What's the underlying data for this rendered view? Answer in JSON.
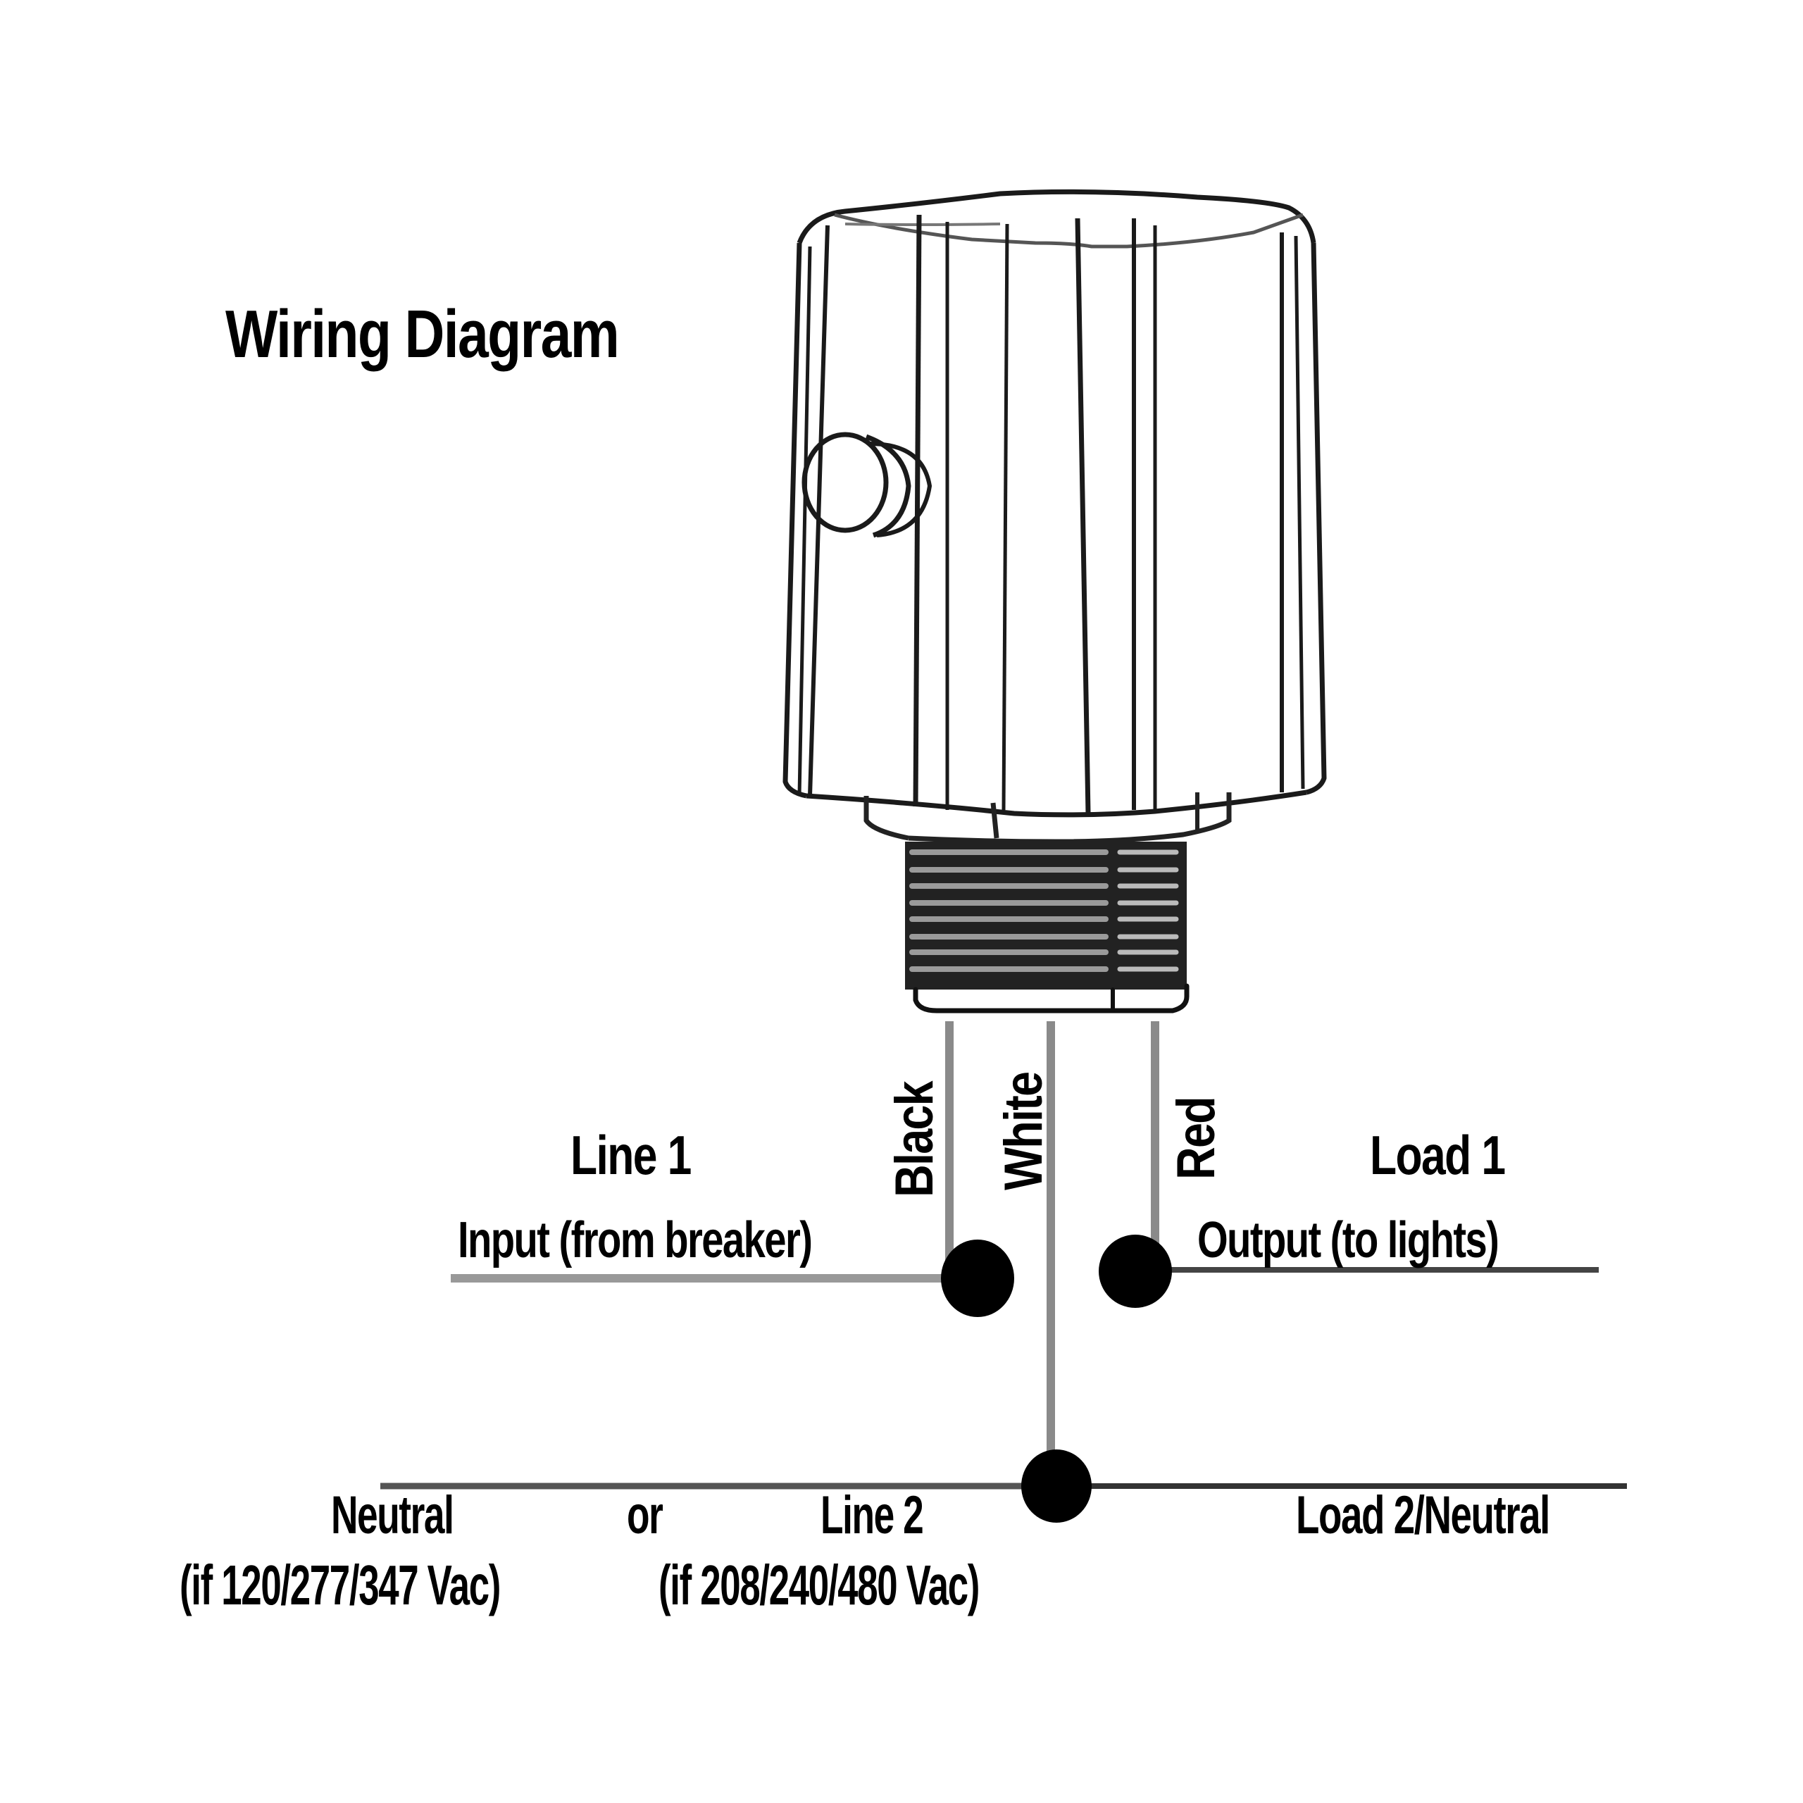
{
  "title": "Wiring Diagram",
  "wires": {
    "black": "Black",
    "white": "White",
    "red": "Red"
  },
  "line1": {
    "label": "Line 1",
    "sublabel": "Input (from breaker)"
  },
  "load1": {
    "label": "Load 1",
    "sublabel": "Output (to lights)"
  },
  "bottom": {
    "neutral": "Neutral",
    "or": "or",
    "line2": "Line 2",
    "load2": "Load 2/Neutral",
    "neutral_condition": "(if 120/277/347 Vac)",
    "line2_condition": "(if 208/240/480 Vac)"
  },
  "colors": {
    "ink": "#000000",
    "wire_gray": "#8a8a8a",
    "background": "#ffffff"
  }
}
